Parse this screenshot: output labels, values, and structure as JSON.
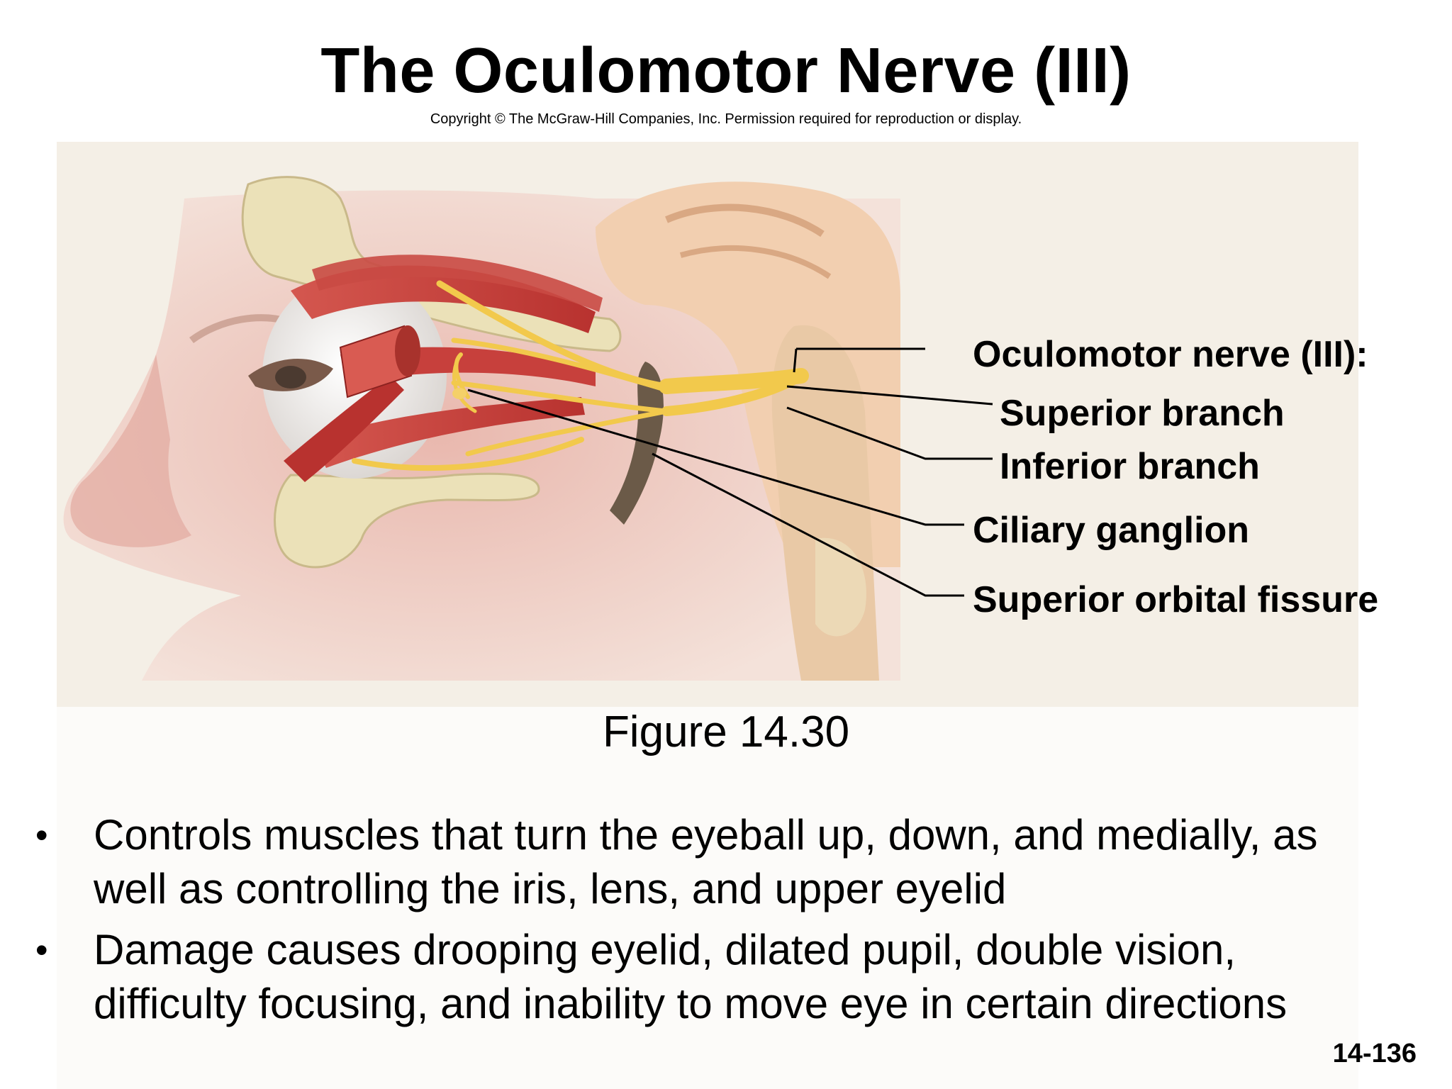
{
  "slide": {
    "title": "The Oculomotor Nerve (III)",
    "copyright": "Copyright © The McGraw-Hill Companies, Inc. Permission required for reproduction or display.",
    "figure": {
      "labels": {
        "oculomotor_nerve": "Oculomotor nerve (III):",
        "superior_branch": "Superior branch",
        "inferior_branch": "Inferior branch",
        "ciliary_ganglion": "Ciliary ganglion",
        "superior_orbital_fissure": "Superior orbital fissure"
      },
      "colors": {
        "skin": "#edc7bd",
        "muscle": "#c9433f",
        "nerve": "#f2c94c",
        "bone": "#eadfb5",
        "brain": "#f0c8a8",
        "eyeball": "#f3f1ee"
      }
    },
    "caption": "Figure 14.30",
    "bullets": [
      "Controls muscles that turn the eyeball up, down, and medially, as well as controlling the iris, lens, and upper eyelid",
      "Damage causes drooping eyelid, dilated pupil, double vision, difficulty focusing, and inability to move eye in certain directions"
    ],
    "page_number": "14-136"
  }
}
